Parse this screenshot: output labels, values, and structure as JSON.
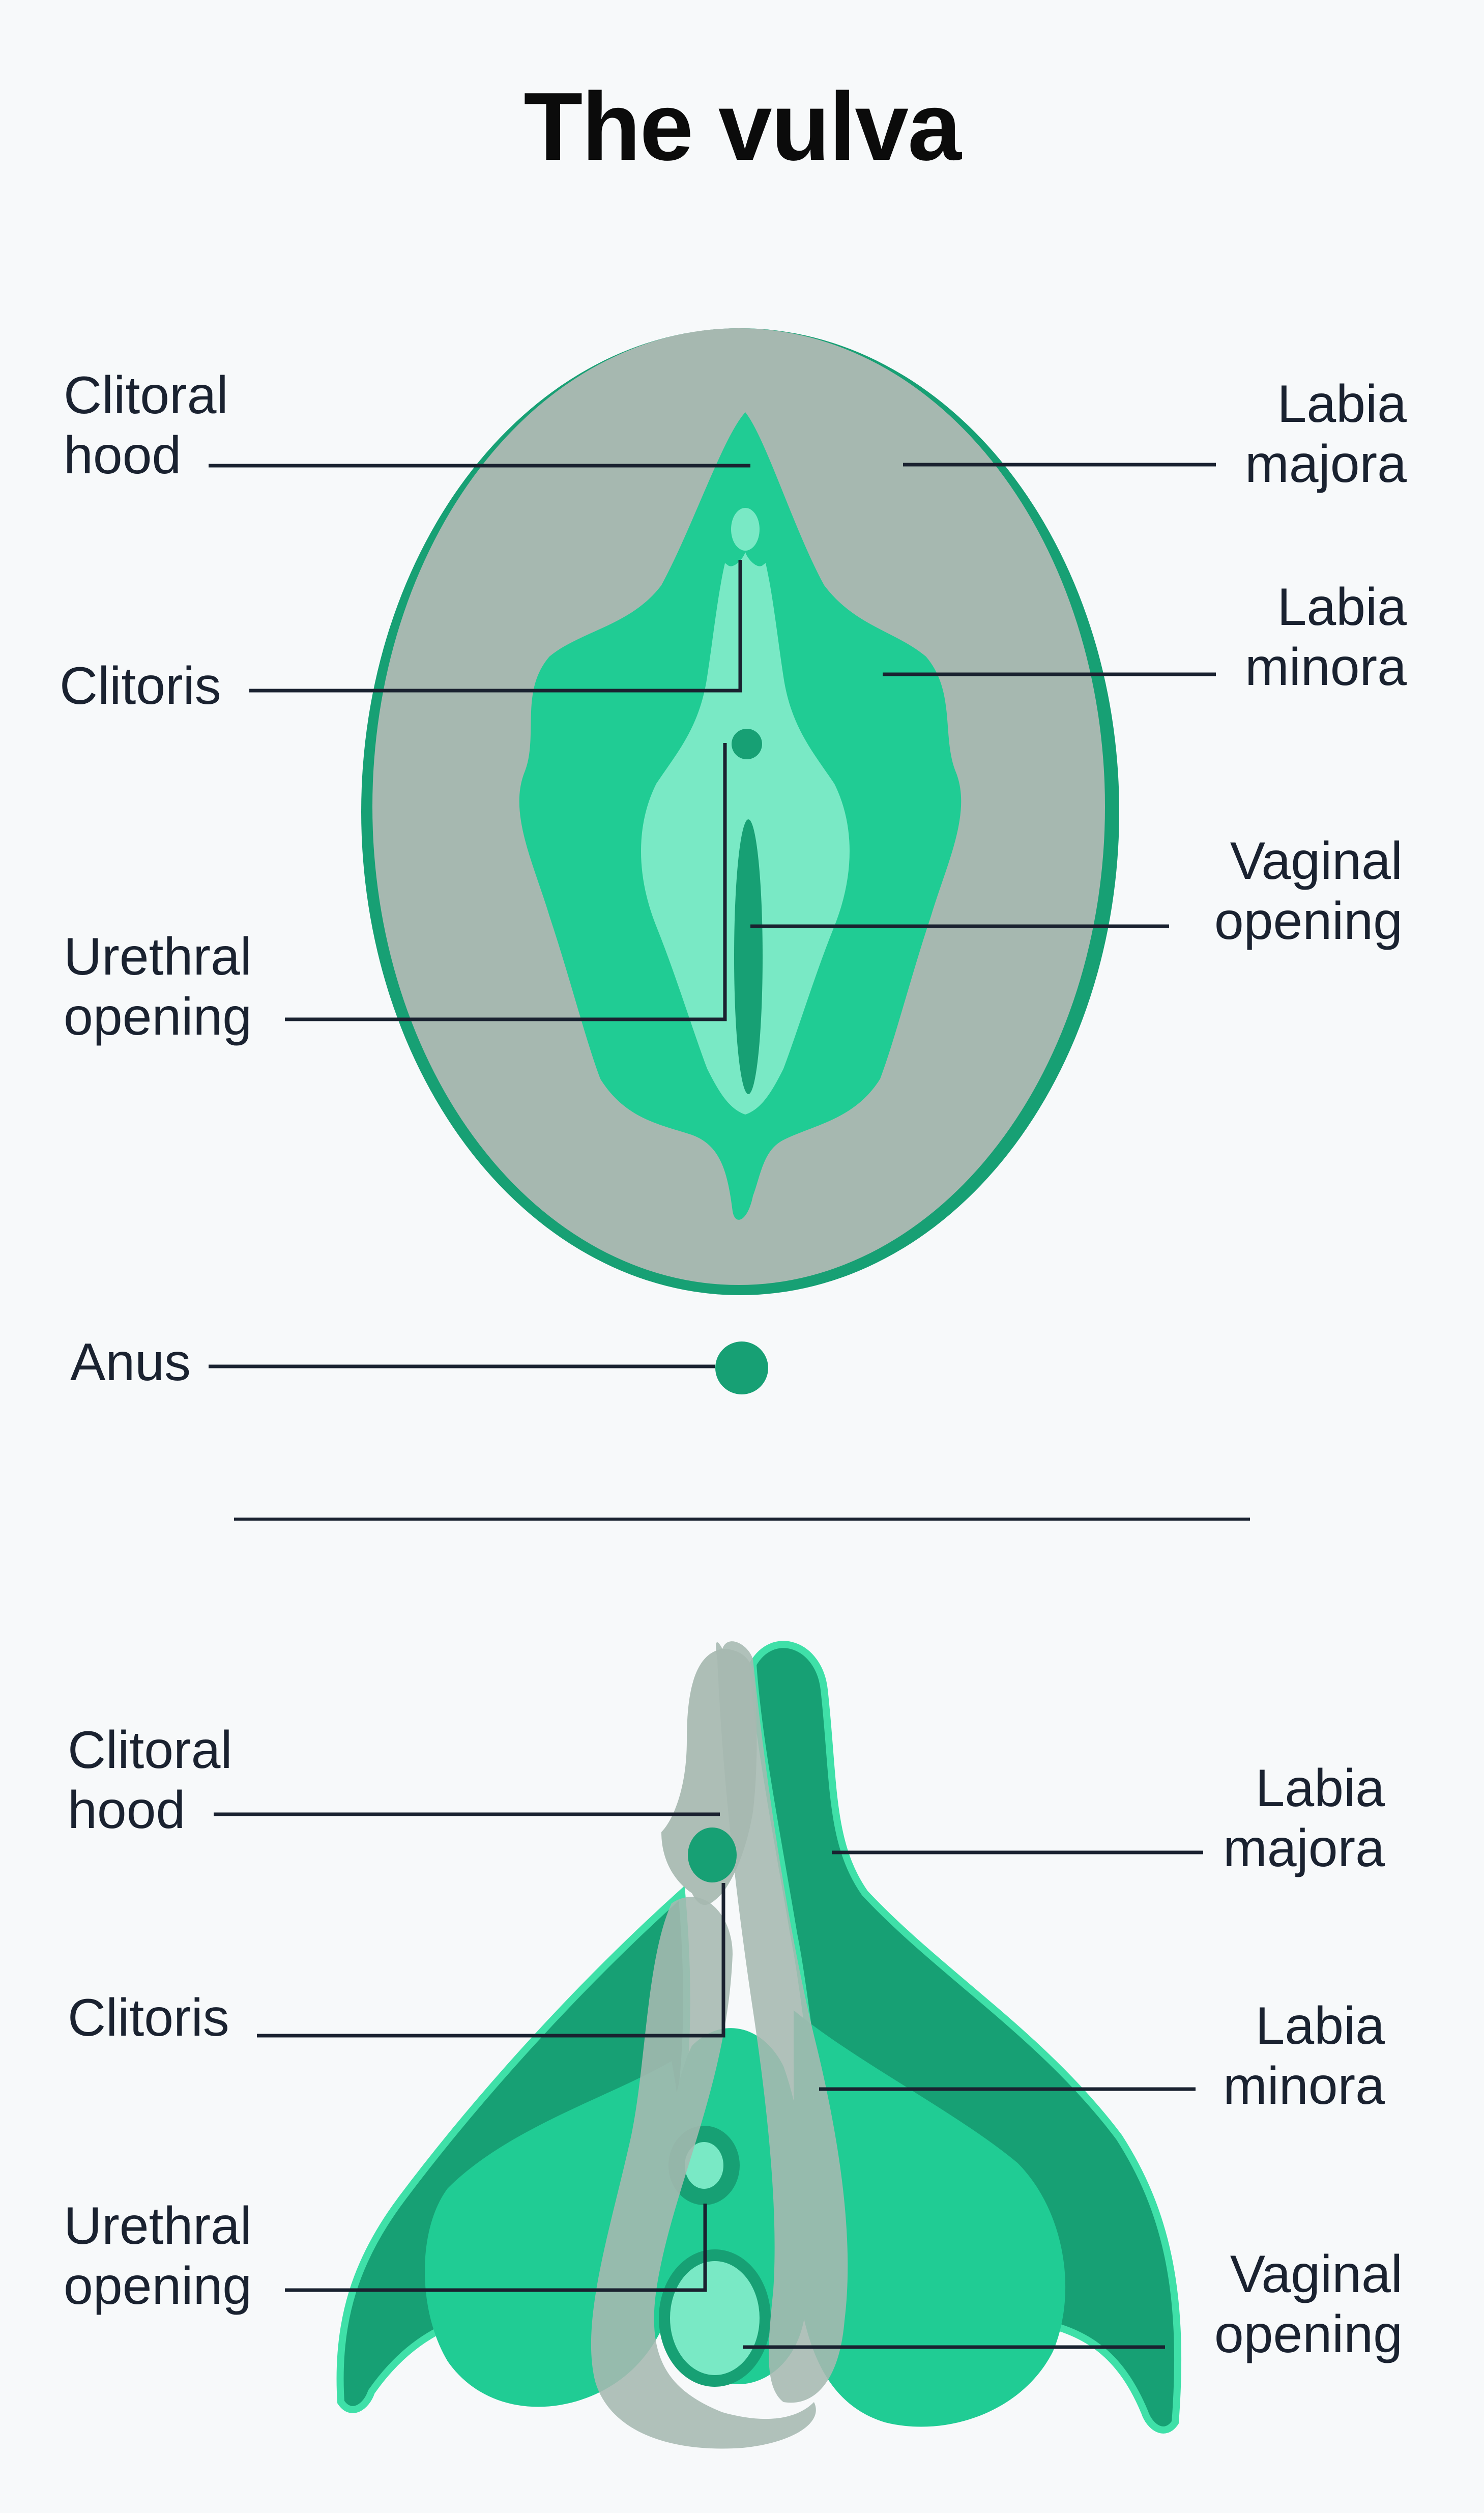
{
  "title": "The vulva",
  "colors": {
    "background": "#f7f9fa",
    "labia_majora": "#a6b8b0",
    "labia_minora": "#20cc94",
    "dark_green": "#17a074",
    "light_green": "#79e9c5",
    "outline_green": "#3fe0a8",
    "leader_line": "#1a2230"
  },
  "front_view": {
    "labels": {
      "clitoral_hood": "Clitoral\nhood",
      "clitoris": "Clitoris",
      "urethral_opening": "Urethral\nopening",
      "anus": "Anus",
      "labia_majora": "Labia\nmajora",
      "labia_minora": "Labia\nminora",
      "vaginal_opening": "Vaginal\nopening"
    }
  },
  "side_view": {
    "labels": {
      "clitoral_hood": "Clitoral\nhood",
      "clitoris": "Clitoris",
      "urethral_opening": "Urethral\nopening",
      "labia_majora": "Labia\nmajora",
      "labia_minora": "Labia\nminora",
      "vaginal_opening": "Vaginal\nopening"
    }
  }
}
